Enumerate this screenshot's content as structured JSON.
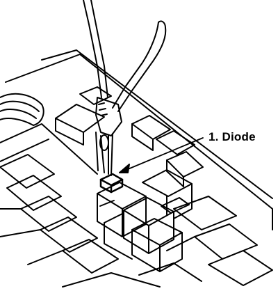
{
  "figure": {
    "callout_label": "1. Diode",
    "line_color": "#000000",
    "background_color": "#ffffff",
    "depicted_objects": [
      "needle-nose-pliers",
      "diode",
      "relay-fuse-block",
      "relay-sockets"
    ]
  }
}
